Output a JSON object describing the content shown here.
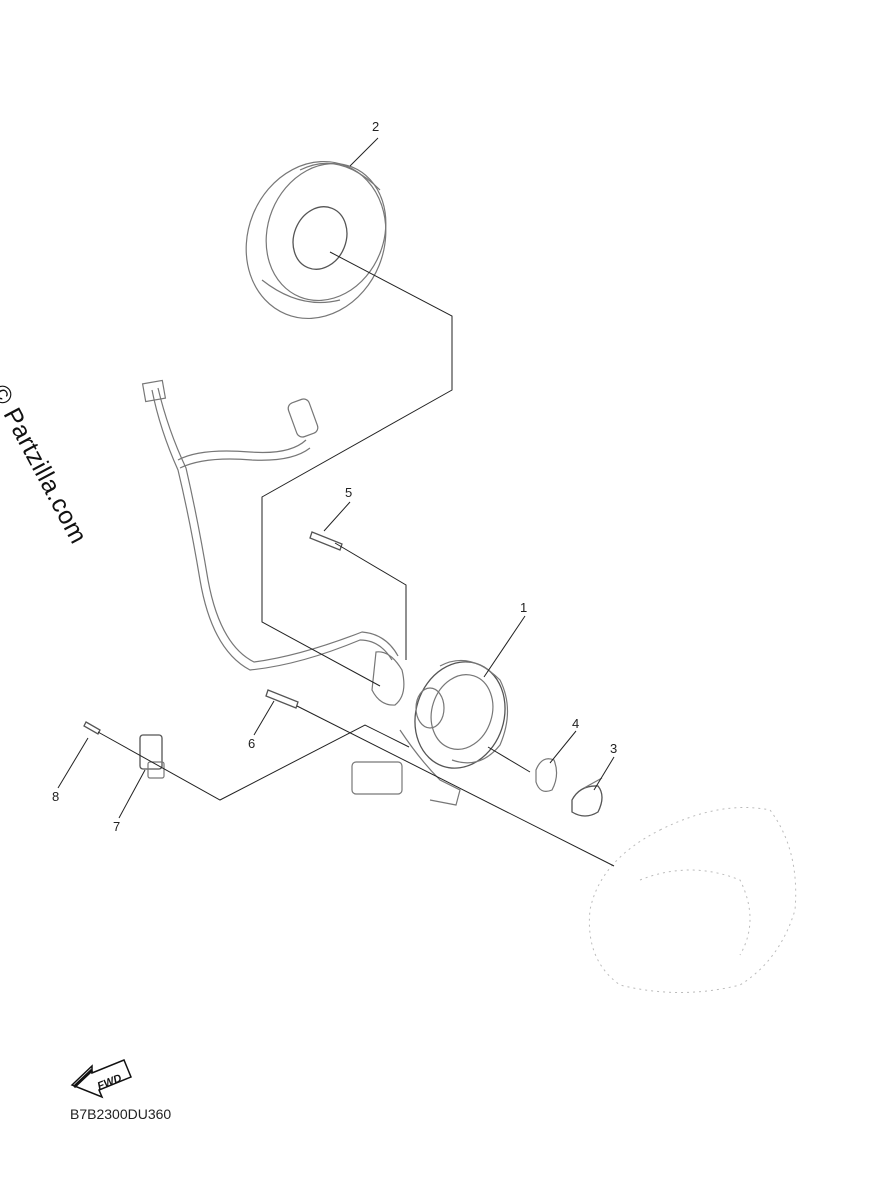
{
  "watermark": "© Partzilla.com",
  "diagram_code": "B7B2300DU360",
  "fwd_label": "FWD",
  "callouts": {
    "c1": "1",
    "c2": "2",
    "c3": "3",
    "c4": "4",
    "c5": "5",
    "c6": "6",
    "c7": "7",
    "c8": "8"
  }
}
